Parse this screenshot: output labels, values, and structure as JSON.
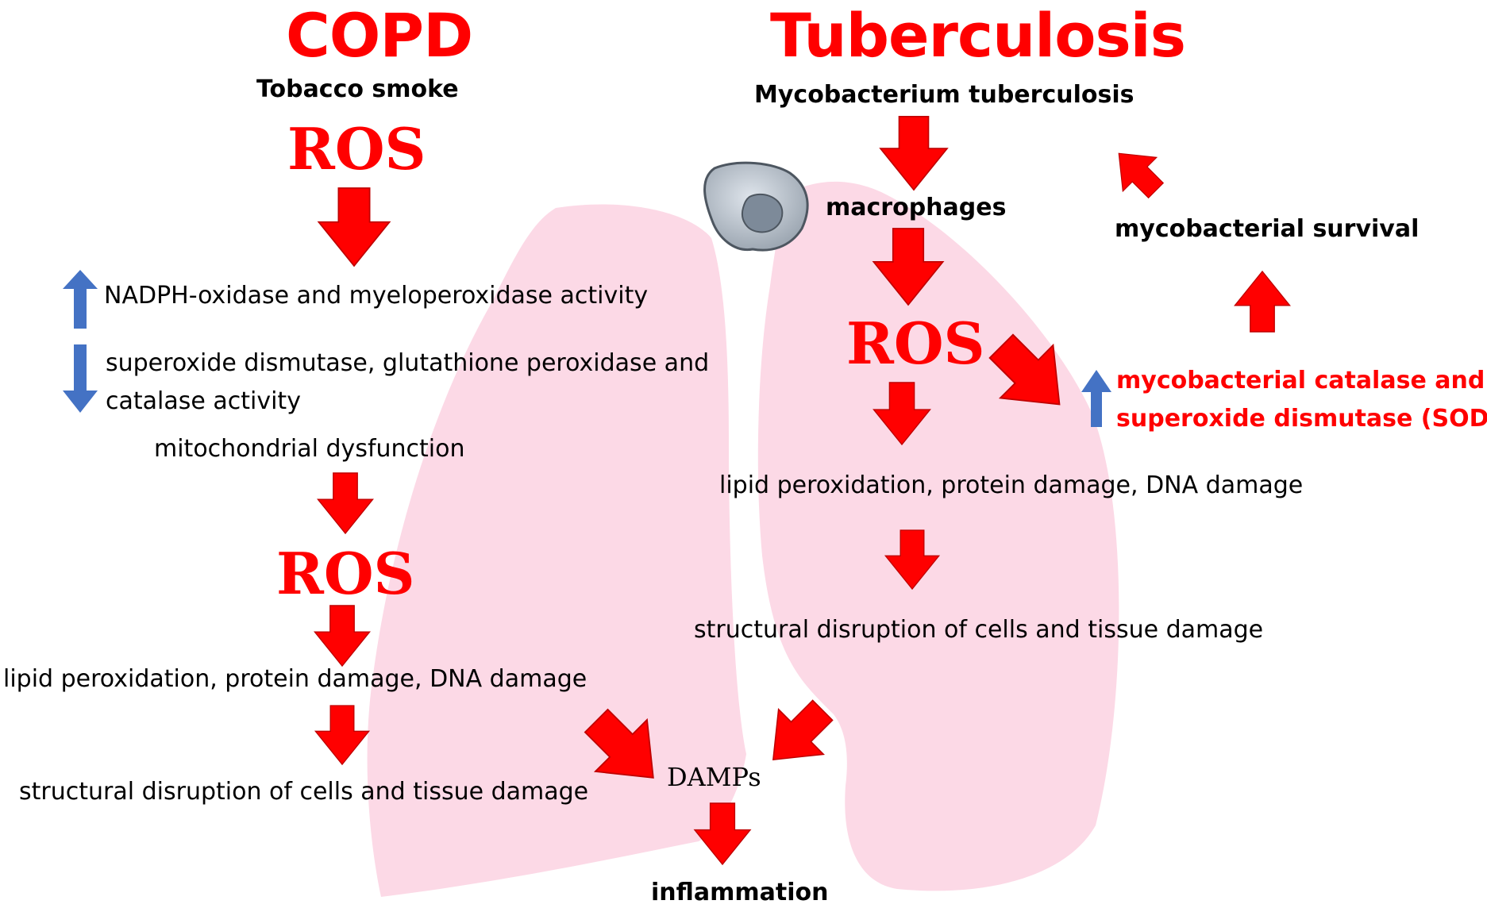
{
  "copd": {
    "title": "COPD",
    "trigger": "Tobacco smoke",
    "ros_top": "ROS",
    "up_activity": "NADPH-oxidase and myeloperoxidase activity",
    "down_activity_line1": "superoxide dismutase, glutathione peroxidase and",
    "down_activity_line2": "catalase activity",
    "mito": "mitochondrial dysfunction",
    "ros_bottom": "ROS",
    "damage": "lipid peroxidation, protein damage, DNA damage",
    "structural": "structural disruption of cells and tissue damage"
  },
  "tb": {
    "title": "Tuberculosis",
    "trigger": "Mycobacterium tuberculosis",
    "macrophages": "macrophages",
    "ros": "ROS",
    "survival": "mycobacterial survival",
    "enzyme_line1": "mycobacterial catalase and",
    "enzyme_line2_red": "superoxide dismutase (SOD",
    "enzyme_line2_close": ")",
    "damage": "lipid peroxidation, protein damage, DNA damage",
    "structural": "structural disruption of cells and tissue damage"
  },
  "shared": {
    "damps": "DAMPs",
    "inflammation": "inflammation"
  },
  "colors": {
    "arrow_red": "#ff0000",
    "arrow_blue": "#4472c4",
    "lung_pink": "#fcd9e6",
    "title_red": "#ff0000"
  },
  "icons": {
    "macrophage": "macrophage-cell-icon",
    "lungs": "lungs-illustration"
  }
}
